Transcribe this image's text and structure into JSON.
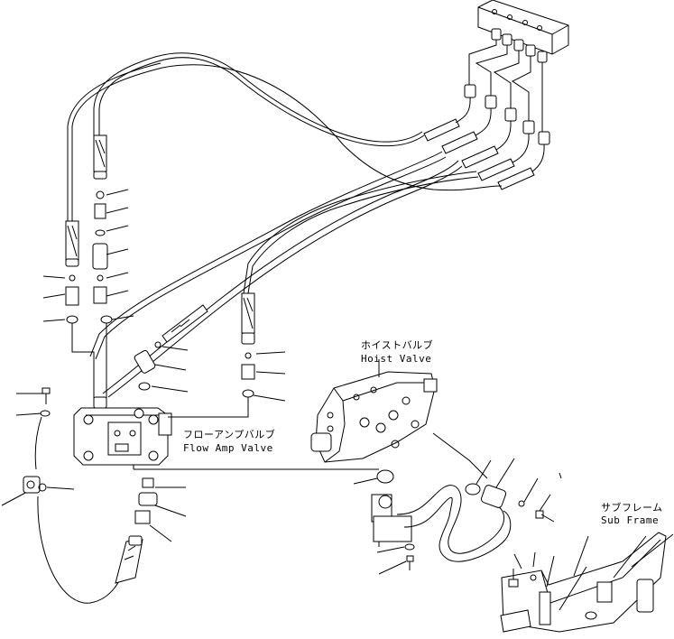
{
  "labels": {
    "hoist_valve_jp": "ホイストバルブ",
    "hoist_valve_en": "Hoist Valve",
    "flow_amp_valve_jp": "フローアンプバルブ",
    "flow_amp_valve_en": "Flow Amp Valve",
    "sub_frame_jp": "サブフレーム",
    "sub_frame_en": "Sub Frame"
  }
}
